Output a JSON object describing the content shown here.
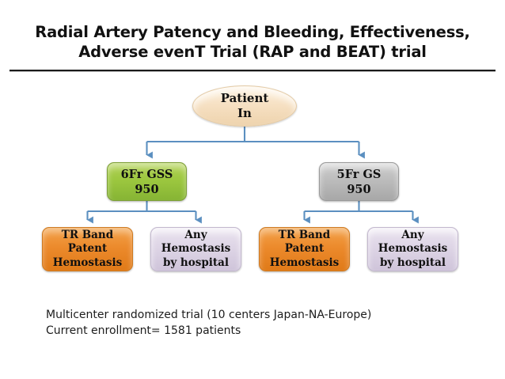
{
  "slide": {
    "title": "Radial Artery Patency and Bleeding, Effectiveness,\nAdverse evenT Trial (RAP and BEAT) trial",
    "caption": "Multicenter randomized trial (10 centers Japan-NA-Europe)\nCurrent enrollment= 1581 patients"
  },
  "colors": {
    "root_fill": "#F6E0C2",
    "arm_green_fill": "#9CC73F",
    "arm_grey_fill": "#BCBCBC",
    "leaf_orange_fill": "#EC8A2C",
    "leaf_lavender_fill": "#DED5E6",
    "connector": "#5B8FC0",
    "rule": "#1B1B1B",
    "text": "#101010",
    "background": "#FFFFFF"
  },
  "flowchart": {
    "root": {
      "label": "Patient\nIn",
      "shape": "ellipse"
    },
    "arms": [
      {
        "label": "6Fr GSS\n950",
        "device": "6Fr GSS",
        "count": "950",
        "color": "green"
      },
      {
        "label": "5Fr GS\n950",
        "device": "5Fr GS",
        "count": "950",
        "color": "grey"
      }
    ],
    "leaves": [
      {
        "label": "TR Band\nPatent\nHemostasis",
        "color": "orange",
        "parent": "6Fr GSS 950"
      },
      {
        "label": "Any\nHemostasis\nby hospital",
        "color": "lavender",
        "parent": "6Fr GSS 950"
      },
      {
        "label": "TR Band\nPatent\nHemostasis",
        "color": "orange",
        "parent": "5Fr GS 950"
      },
      {
        "label": "Any\nHemostasis\nby hospital",
        "color": "lavender",
        "parent": "5Fr GS 950"
      }
    ]
  }
}
